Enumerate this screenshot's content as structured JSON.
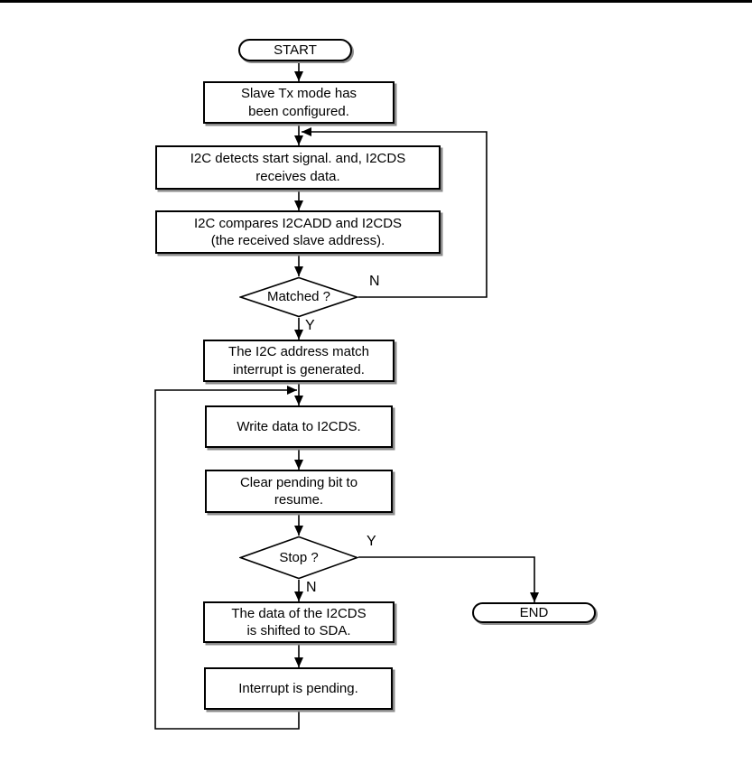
{
  "page": {
    "background_color": "#ffffff",
    "border_color": "#000000",
    "line_color": "#000000",
    "shadow_color": "#8c8c8c"
  },
  "flowchart": {
    "nodes": {
      "start": {
        "label": "START",
        "type": "terminator"
      },
      "slave_tx_configured": {
        "label": "Slave Tx mode has\nbeen configured.",
        "type": "process"
      },
      "detect_start_signal": {
        "label": "I2C detects start signal. and, I2CDS\nreceives data.",
        "type": "process"
      },
      "compare_address": {
        "label": "I2C compares I2CADD and I2CDS\n(the received slave address).",
        "type": "process"
      },
      "matched_decision": {
        "label": "Matched ?",
        "type": "decision"
      },
      "match_interrupt": {
        "label": "The I2C address match\ninterrupt is generated.",
        "type": "process"
      },
      "write_data": {
        "label": "Write data to I2CDS.",
        "type": "process"
      },
      "clear_pending": {
        "label": "Clear pending bit to\nresume.",
        "type": "process"
      },
      "stop_decision": {
        "label": "Stop ?",
        "type": "decision"
      },
      "shift_data": {
        "label": "The data of the I2CDS\nis shifted to SDA.",
        "type": "process"
      },
      "interrupt_pending": {
        "label": "Interrupt is pending.",
        "type": "process"
      },
      "end": {
        "label": "END",
        "type": "terminator"
      }
    },
    "branch_labels": {
      "matched_no": "N",
      "matched_yes": "Y",
      "stop_yes": "Y",
      "stop_no": "N"
    }
  }
}
